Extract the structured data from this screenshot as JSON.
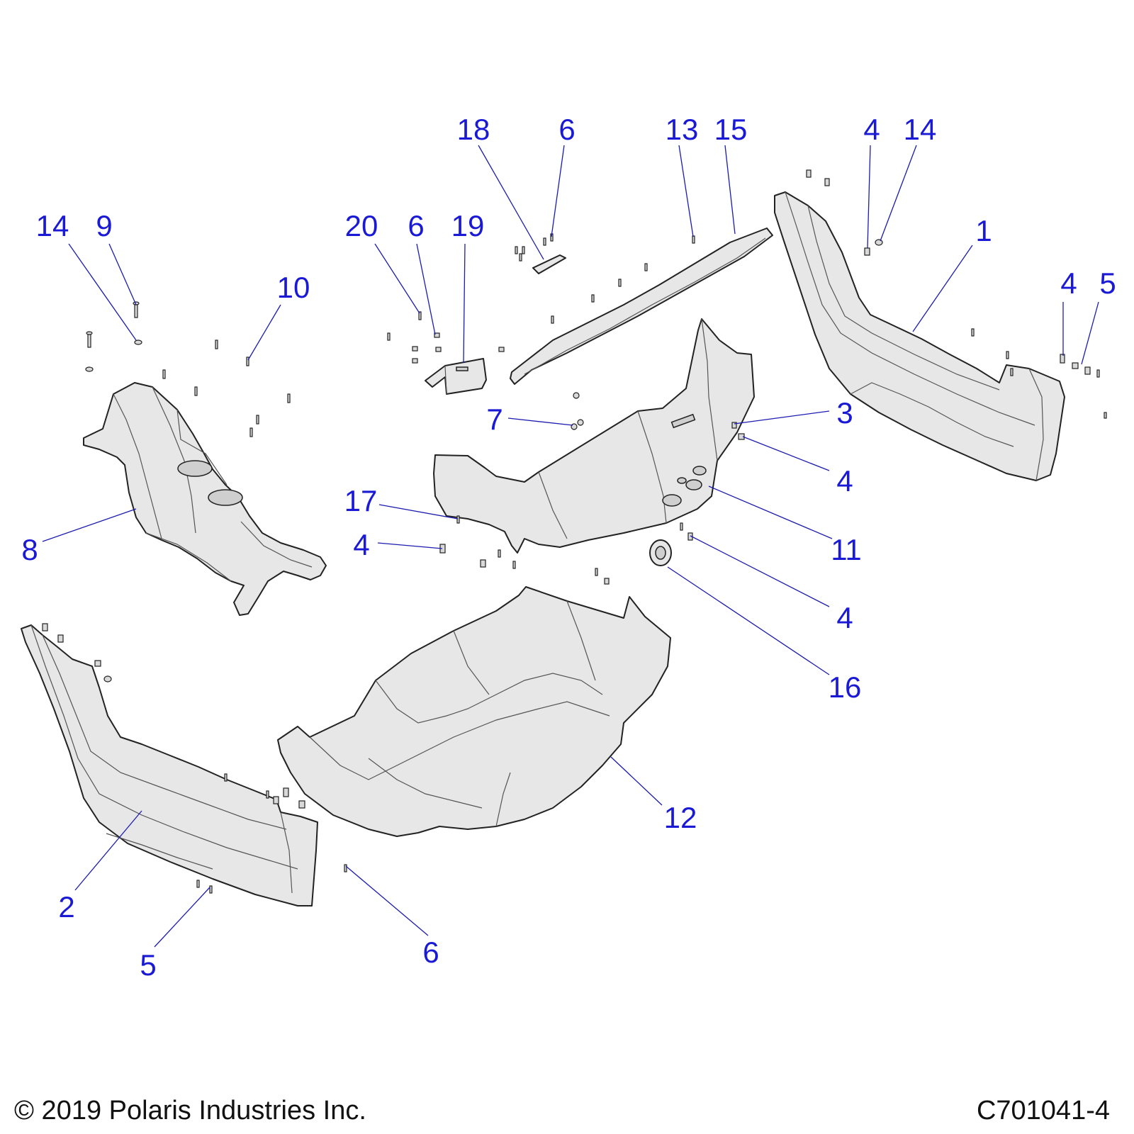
{
  "callouts": {
    "c18": "18",
    "c6_top": "6",
    "c13": "13",
    "c15": "15",
    "c4_top": "4",
    "c14_top": "14",
    "c14_left": "14",
    "c9": "9",
    "c20": "20",
    "c6_mid": "6",
    "c19": "19",
    "c10": "10",
    "c1": "1",
    "c4_right": "4",
    "c5_right": "5",
    "c3": "3",
    "c4_a": "4",
    "c7": "7",
    "c17": "17",
    "c4_left": "4",
    "c8": "8",
    "c11": "11",
    "c4_b": "4",
    "c16": "16",
    "c12": "12",
    "c2": "2",
    "c5_bottom": "5",
    "c6_bottom": "6"
  },
  "footer": {
    "copyright": "© 2019 Polaris Industries Inc.",
    "figure_id": "C701041-4"
  },
  "colors": {
    "callout_text": "#1a1ad6",
    "leader_line": "#1c1cb0",
    "part_fill": "#e7e7e7",
    "part_outline": "#222222"
  }
}
